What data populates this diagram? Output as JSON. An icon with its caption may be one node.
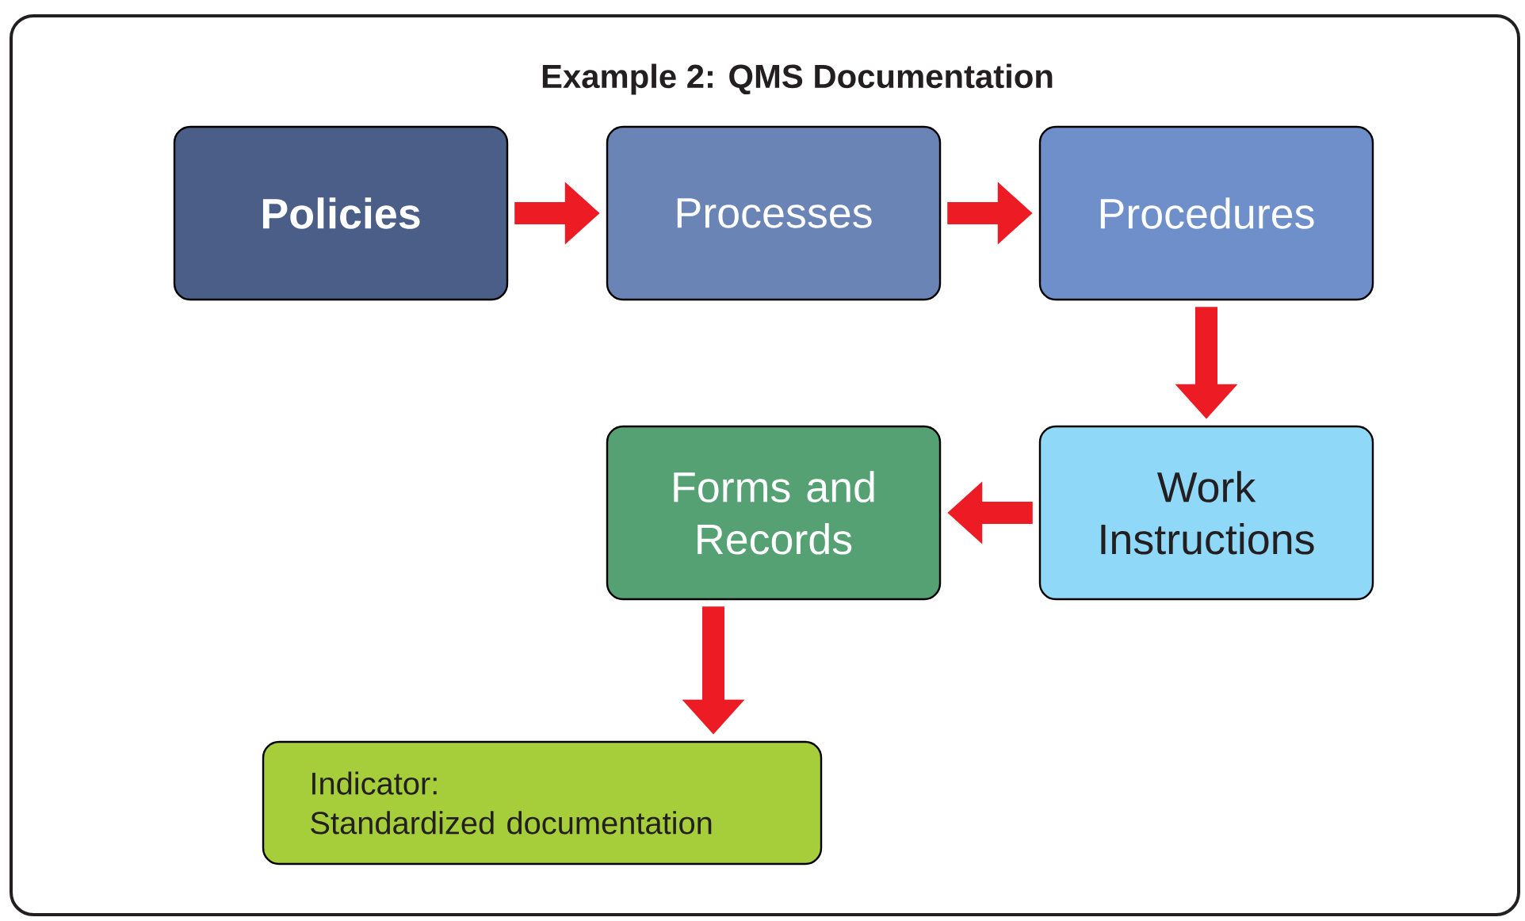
{
  "diagram": {
    "title": "Example 2: QMS Documentation",
    "nodes": [
      {
        "text": [
          "Policies"
        ]
      },
      {
        "text": [
          "Processes"
        ]
      },
      {
        "text": [
          "Procedures"
        ]
      },
      {
        "text": [
          "Work Instructions"
        ]
      },
      {
        "text": [
          "Forms and Records"
        ]
      },
      {
        "text": [
          "Indicator:",
          "Standardized documentation"
        ]
      }
    ],
    "edges": [
      {
        "from": 0,
        "to": 1,
        "arrow": "to"
      },
      {
        "from": 1,
        "to": 2,
        "arrow": "to"
      },
      {
        "from": 2,
        "to": 3,
        "arrow": "to"
      },
      {
        "from": 3,
        "to": 4,
        "arrow": "to"
      },
      {
        "from": 4,
        "to": 5,
        "arrow": "to"
      }
    ]
  }
}
